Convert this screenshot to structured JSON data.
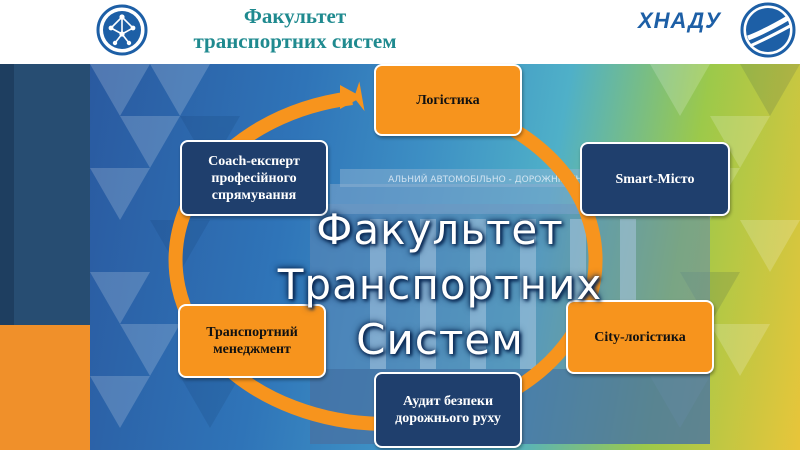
{
  "header": {
    "title_line1": "Факультет",
    "title_line2": "транспортних систем",
    "brand": "ХНАДУ",
    "left_logo_icon": "faculty-network-emblem-icon",
    "right_logo_icon": "university-road-emblem-icon"
  },
  "hero": {
    "title_line1": "Факультет",
    "title_line2": "Транспортних",
    "title_line3": "Систем",
    "building_sign": "АЛЬНИЙ АВТОМОБІЛЬНО - ДОРОЖНІЙ УНІВЕРСИТЕТ"
  },
  "cycle": {
    "logistics": "Логістика",
    "smart_city": "Smart-Місто",
    "city_logistics": "City-логістика",
    "road_safety_audit": "Аудит безпеки дорожнього руху",
    "transport_management": "Транспортний менеджмент",
    "coach_expert": "Coach-експерт професійного спрямування"
  },
  "colors": {
    "orange": "#f7941d",
    "navy": "#1f3f6d",
    "teal_title": "#1f8a8f",
    "brand_blue": "#1d5fa6"
  }
}
